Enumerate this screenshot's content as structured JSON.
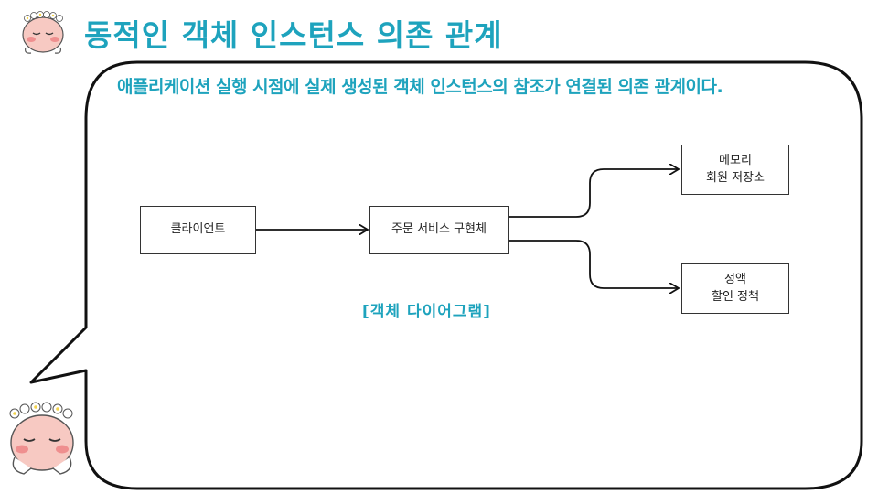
{
  "slide": {
    "title": "동적인 객체 인스턴스 의존 관계",
    "description": "애플리케이션 실행 시점에 실제 생성된 객체 인스턴스의 참조가 연결된 의존 관계이다.",
    "caption": "[객체 다이어그램]",
    "accent_color": "#1ea3bd"
  },
  "diagram": {
    "nodes": [
      {
        "id": "client",
        "label": "클라이언트"
      },
      {
        "id": "order_service",
        "label": "주문 서비스 구현체"
      },
      {
        "id": "member_repository",
        "label": "메모리\n회원 저장소"
      },
      {
        "id": "discount_policy",
        "label": "정액\n할인 정책"
      }
    ],
    "edges": [
      {
        "from": "client",
        "to": "order_service"
      },
      {
        "from": "order_service",
        "to": "member_repository"
      },
      {
        "from": "order_service",
        "to": "discount_policy"
      }
    ]
  },
  "decorations": {
    "character_icon": "peach-character-icon"
  }
}
